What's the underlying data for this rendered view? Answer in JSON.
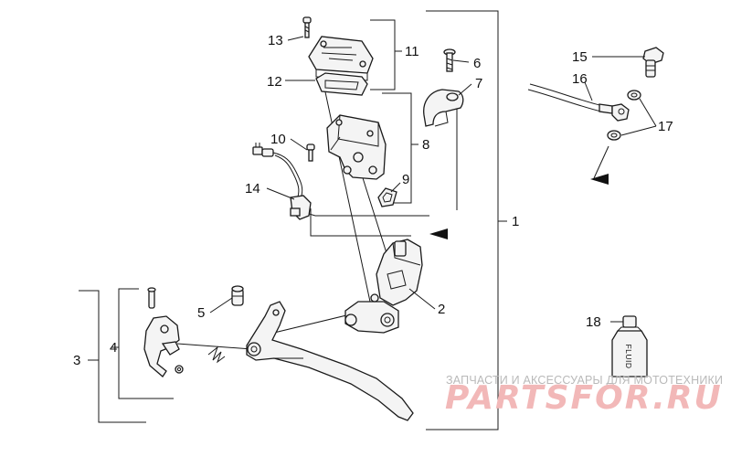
{
  "callouts": {
    "c1": "1",
    "c2": "2",
    "c3": "3",
    "c4": "4",
    "c5": "5",
    "c6": "6",
    "c7": "7",
    "c8": "8",
    "c9": "9",
    "c10": "10",
    "c11": "11",
    "c12": "12",
    "c13": "13",
    "c14": "14",
    "c15": "15",
    "c16": "16",
    "c17": "17",
    "c18": "18"
  },
  "bottle_label": "FLUID",
  "watermark": {
    "caption": "ЗАПЧАСТИ И АКСЕССУАРЫ ДЛЯ МОТОТЕХНИКИ",
    "logo": "PARTSFOR.RU"
  },
  "colors": {
    "watermark_logo": "#f2b8b8",
    "watermark_caption": "#b9b9b9",
    "line": "#1a1a1a"
  }
}
